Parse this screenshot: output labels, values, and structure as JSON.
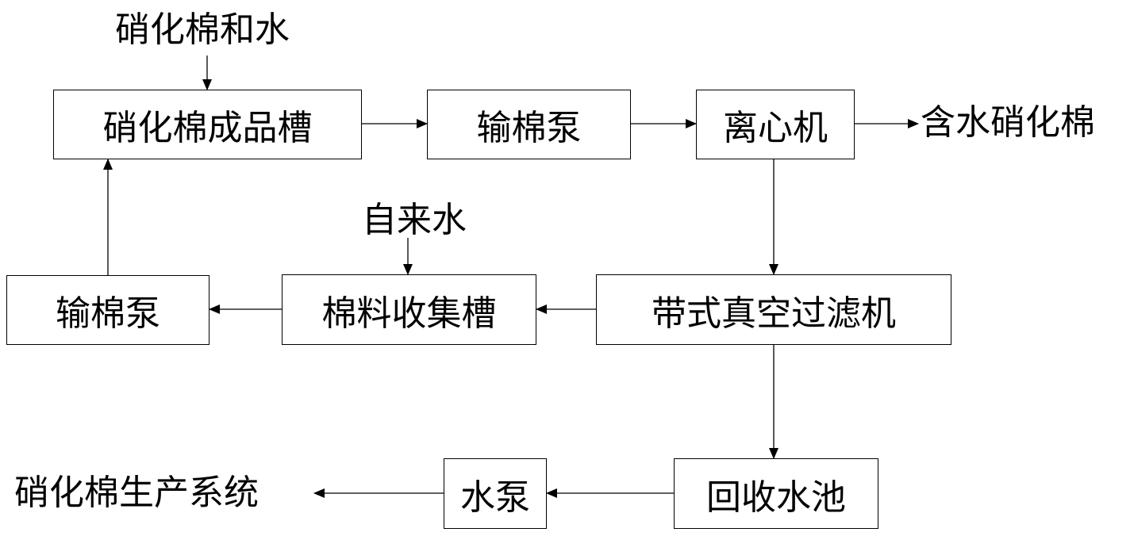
{
  "inputs": {
    "nitrocellulose_and_water": "硝化棉和水",
    "tap_water": "自来水"
  },
  "boxes": {
    "finished_tank": "硝化棉成品槽",
    "pump_top": "输棉泵",
    "centrifuge": "离心机",
    "belt_filter": "带式真空过滤机",
    "collection_tank": "棉料收集槽",
    "pump_left": "输棉泵",
    "recovery_pool": "回收水池",
    "water_pump": "水泵"
  },
  "outputs": {
    "wet_nitrocellulose": "含水硝化棉",
    "production_system": "硝化棉生产系统"
  }
}
